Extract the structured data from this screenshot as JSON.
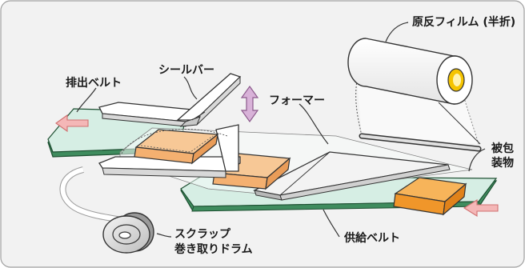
{
  "diagram": {
    "labels": {
      "film_roll": "原反フィルム (半折)",
      "seal_bar": "シールバー",
      "discharge_belt": "排出ベルト",
      "former": "フォーマー",
      "wrapped_item_line1": "被包",
      "wrapped_item_line2": "装物",
      "scrap_line1": "スクラップ",
      "scrap_line2": "巻き取りドラム",
      "supply_belt": "供給ベルト"
    },
    "colors": {
      "background": "#f2f2f2",
      "frame_border": "#a0a0a0",
      "belt_top": "#d6eee4",
      "belt_side": "#3f8c5e",
      "product": "#f4c28f",
      "product_incoming": "#f0962a",
      "arrow_fill": "#f4b7b7",
      "arrow_stroke": "#d07070",
      "seal_arrow": "#d8b2d8",
      "roll_core": "#f5c400"
    }
  }
}
